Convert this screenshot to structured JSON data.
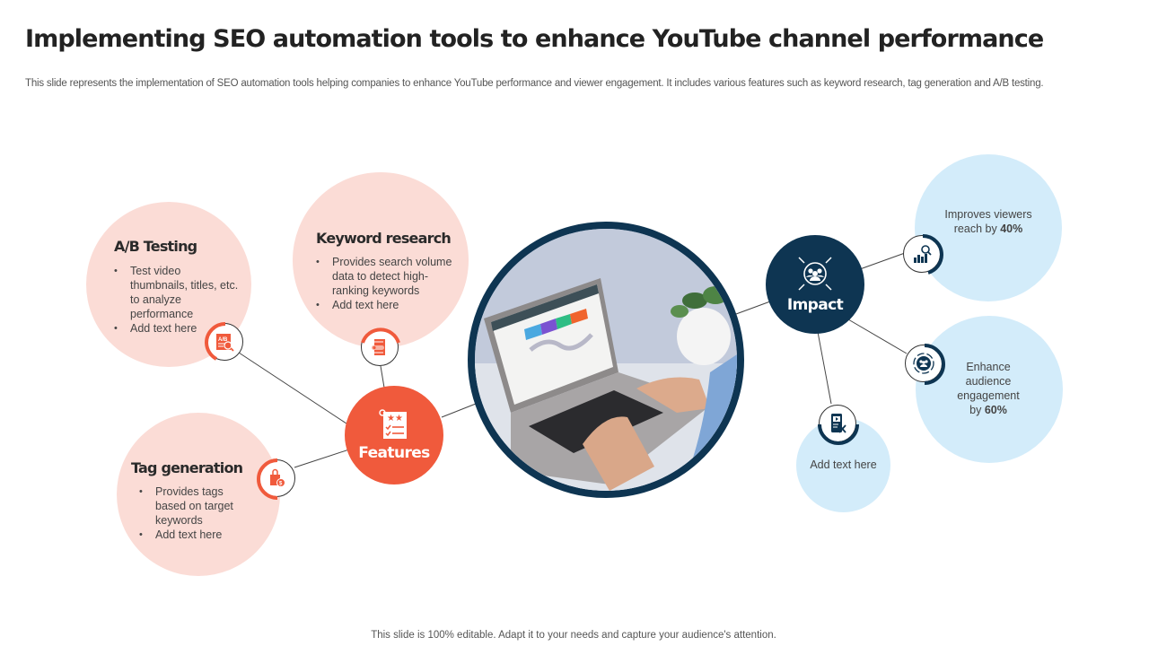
{
  "header": {
    "title": "Implementing SEO automation tools to enhance YouTube channel performance",
    "subtitle": "This slide represents the implementation of SEO automation tools helping companies to enhance YouTube performance and viewer engagement. It includes various features such as keyword research, tag generation and A/B testing."
  },
  "colors": {
    "features_accent": "#f05a3c",
    "feature_bubble": "#fbdcd6",
    "impact_accent": "#0e3552",
    "impact_bubble": "#d3ecfa"
  },
  "features": {
    "hub_label": "Features",
    "hub_icon": "checklist-stars-icon",
    "items": [
      {
        "title": "A/B Testing",
        "icon": "ab-test-search-icon",
        "bullets": [
          "Test video thumbnails, titles, etc. to analyze performance",
          "Add text here"
        ]
      },
      {
        "title": "Keyword research",
        "icon": "keyword-search-icon",
        "bullets": [
          "Provides search volume data to detect high-ranking keywords",
          "Add text here"
        ]
      },
      {
        "title": "Tag generation",
        "icon": "price-tag-bag-icon",
        "bullets": [
          "Provides tags based on target keywords",
          "Add text here"
        ]
      }
    ]
  },
  "center_image": {
    "alt": "Person typing on laptop showing analytics dashboard"
  },
  "impact": {
    "hub_label": "Impact",
    "hub_icon": "audience-focus-icon",
    "items": [
      {
        "text_prefix": "Improves viewers reach by ",
        "value": "40%",
        "icon": "chart-search-icon"
      },
      {
        "text_prefix": "Enhance audience engagement by ",
        "value": "60%",
        "icon": "audience-cycle-icon"
      },
      {
        "text_prefix": "Add text here",
        "value": "",
        "icon": "mobile-video-icon"
      }
    ]
  },
  "footer": {
    "text": "This slide is 100% editable. Adapt it to your needs and capture your audience's attention."
  }
}
